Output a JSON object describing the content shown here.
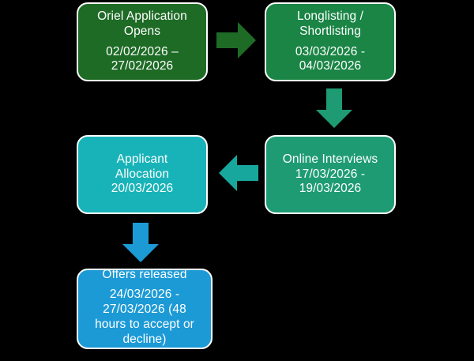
{
  "diagram": {
    "title": "Recruitment timeline flowchart",
    "background_color": "#000000",
    "nodes": [
      {
        "id": "oriel-application-opens",
        "lines": [
          "Oriel Application",
          "Opens"
        ],
        "date_lines": [
          "02/02/2026 –",
          "27/02/2026"
        ],
        "color": "#1E6B26"
      },
      {
        "id": "longlisting-shortlisting",
        "lines": [
          "Longlisting /",
          "Shortlisting"
        ],
        "date_lines": [
          "03/03/2026 -",
          "04/03/2026"
        ],
        "color": "#1A8545"
      },
      {
        "id": "online-interviews",
        "lines": [
          "Online Interviews"
        ],
        "date_lines": [
          "17/03/2026 -",
          "19/03/2026"
        ],
        "color": "#1E9B72"
      },
      {
        "id": "applicant-allocation",
        "lines": [
          "Applicant",
          "Allocation"
        ],
        "date_lines": [
          "20/03/2026"
        ],
        "color": "#18B3B8"
      },
      {
        "id": "offers-released",
        "lines": [
          "Offers released"
        ],
        "date_lines": [
          "24/03/2026 -",
          "27/03/2026 (48",
          "hours to accept or",
          "decline)"
        ],
        "color": "#1C9AD6"
      }
    ],
    "arrows": [
      {
        "id": "opens-to-longlisting",
        "direction": "right",
        "color": "#1E6B26"
      },
      {
        "id": "longlisting-to-interviews",
        "direction": "down",
        "color": "#1E9B72"
      },
      {
        "id": "interviews-to-allocation",
        "direction": "left",
        "color": "#17A79C"
      },
      {
        "id": "allocation-to-offers",
        "direction": "down",
        "color": "#1C9AD6"
      }
    ]
  }
}
